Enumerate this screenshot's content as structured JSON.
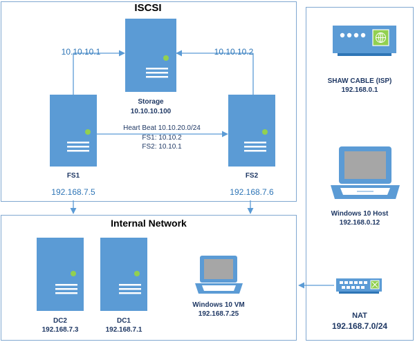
{
  "iscsi": {
    "title": "ISCSI",
    "link_left_ip": "10.10.10.1",
    "link_right_ip": "10.10.10.2",
    "storage": {
      "name": "Storage",
      "ip": "10.10.10.100"
    },
    "heartbeat": {
      "line1": "Heart Beat 10.10.20.0/24",
      "line2": "FS1: 10.10.2",
      "line3": "FS2: 10.10.1"
    },
    "fs1": {
      "name": "FS1",
      "ip": "192.168.7.5"
    },
    "fs2": {
      "name": "FS2",
      "ip": "192.168.7.6"
    }
  },
  "internal": {
    "title": "Internal Network",
    "dc2": {
      "name": "DC2",
      "ip": "192.168.7.3"
    },
    "dc1": {
      "name": "DC1",
      "ip": "192.168.7.1"
    },
    "vm": {
      "name": "Windows 10 VM",
      "ip": "192.168.7.25"
    }
  },
  "external": {
    "isp": {
      "name": "SHAW CABLE (ISP)",
      "ip": "192.168.0.1"
    },
    "host": {
      "name": "Windows 10 Host",
      "ip": "192.168.0.12"
    },
    "nat": {
      "name": "NAT",
      "ip": "192.168.7.0/24"
    }
  },
  "colors": {
    "device_fill": "#5b9bd5",
    "device_dark": "#2e75b6",
    "led": "#92d050",
    "border": "#7fa7d0",
    "arrow": "#5b9bd5"
  },
  "icons": [
    "server-icon",
    "modem-icon",
    "laptop-icon",
    "switch-icon"
  ]
}
